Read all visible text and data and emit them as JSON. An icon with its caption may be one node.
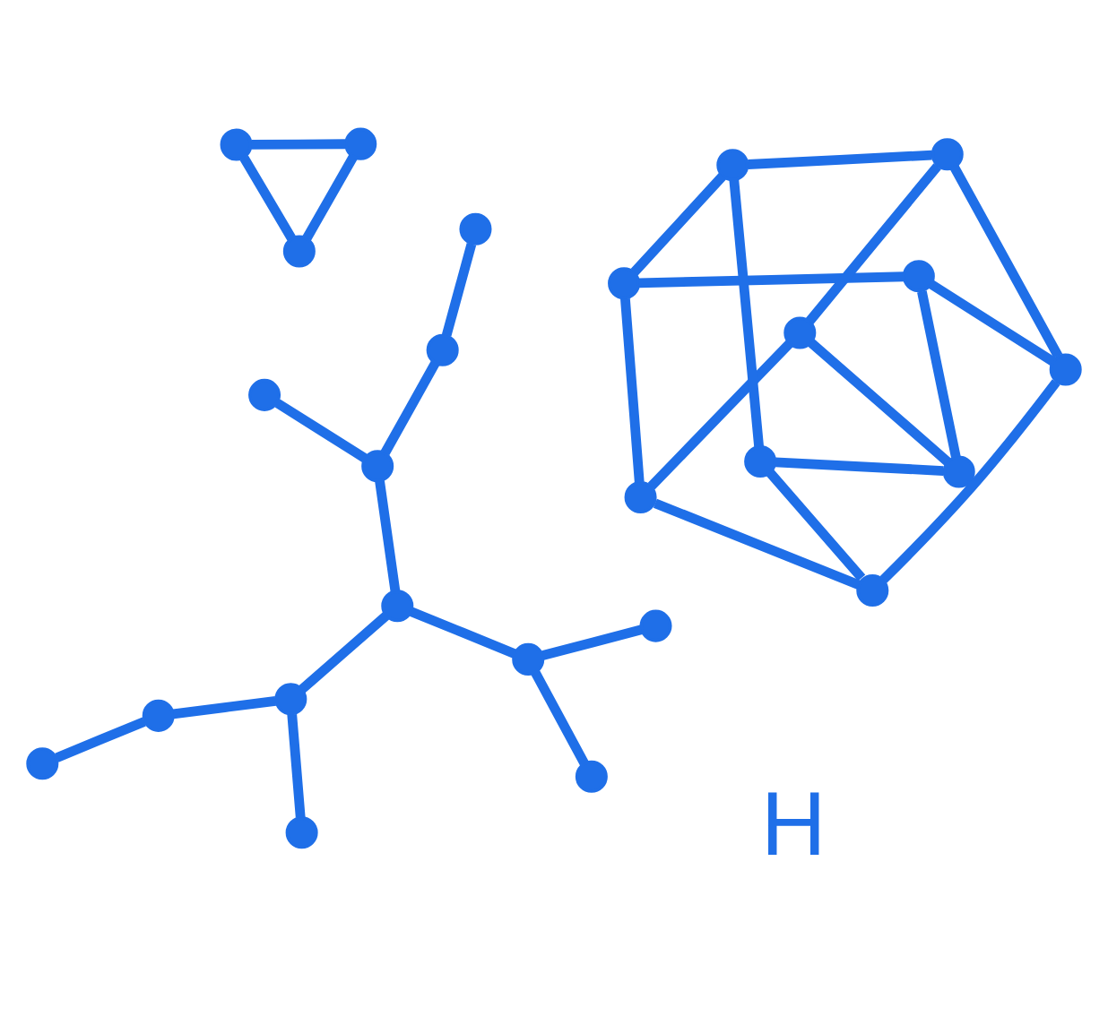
{
  "diagram": {
    "nodes": [
      {
        "text": [],
        "shape": "circle"
      },
      {
        "text": [],
        "shape": "circle"
      },
      {
        "text": [],
        "shape": "circle"
      },
      {
        "text": [],
        "shape": "circle"
      },
      {
        "text": [],
        "shape": "circle"
      },
      {
        "text": [],
        "shape": "circle"
      },
      {
        "text": [],
        "shape": "circle"
      },
      {
        "text": [],
        "shape": "circle"
      },
      {
        "text": [],
        "shape": "circle"
      },
      {
        "text": [],
        "shape": "circle"
      },
      {
        "text": [],
        "shape": "circle"
      },
      {
        "text": [],
        "shape": "circle"
      },
      {
        "text": [],
        "shape": "circle"
      },
      {
        "text": [],
        "shape": "circle"
      },
      {
        "text": [],
        "shape": "circle"
      },
      {
        "text": [],
        "shape": "circle"
      },
      {
        "text": [],
        "shape": "circle"
      },
      {
        "text": [],
        "shape": "circle"
      },
      {
        "text": [],
        "shape": "circle"
      },
      {
        "text": [],
        "shape": "circle"
      },
      {
        "text": [],
        "shape": "circle"
      },
      {
        "text": [],
        "shape": "circle"
      },
      {
        "text": [],
        "shape": "circle"
      },
      {
        "text": [],
        "shape": "circle"
      },
      {
        "text": [],
        "shape": "circle"
      }
    ],
    "edges": [
      {
        "from": 0,
        "to": 1,
        "arrow": "none"
      },
      {
        "from": 1,
        "to": 2,
        "arrow": "none"
      },
      {
        "from": 2,
        "to": 3,
        "arrow": "none"
      },
      {
        "from": 3,
        "to": 4,
        "arrow": "none"
      },
      {
        "from": 4,
        "to": 5,
        "arrow": "none"
      },
      {
        "from": 5,
        "to": 0,
        "arrow": "none"
      },
      {
        "from": 0,
        "to": 8,
        "arrow": "none"
      },
      {
        "from": 1,
        "to": 9,
        "arrow": "none"
      },
      {
        "from": 2,
        "to": 6,
        "arrow": "none"
      },
      {
        "from": 5,
        "to": 6,
        "arrow": "none"
      },
      {
        "from": 3,
        "to": 8,
        "arrow": "none"
      },
      {
        "from": 4,
        "to": 9,
        "arrow": "none"
      },
      {
        "from": 6,
        "to": 7,
        "arrow": "none"
      },
      {
        "from": 7,
        "to": 8,
        "arrow": "none"
      },
      {
        "from": 7,
        "to": 9,
        "arrow": "none"
      },
      {
        "from": 10,
        "to": 11,
        "arrow": "none"
      },
      {
        "from": 11,
        "to": 12,
        "arrow": "none"
      },
      {
        "from": 12,
        "to": 10,
        "arrow": "none"
      },
      {
        "from": 13,
        "to": 14,
        "arrow": "none"
      },
      {
        "from": 14,
        "to": 15,
        "arrow": "none"
      },
      {
        "from": 15,
        "to": 16,
        "arrow": "none"
      },
      {
        "from": 14,
        "to": 17,
        "arrow": "none"
      },
      {
        "from": 17,
        "to": 18,
        "arrow": "none"
      },
      {
        "from": 18,
        "to": 19,
        "arrow": "none"
      },
      {
        "from": 18,
        "to": 20,
        "arrow": "none"
      },
      {
        "from": 17,
        "to": 21,
        "arrow": "none"
      },
      {
        "from": 21,
        "to": 22,
        "arrow": "none"
      },
      {
        "from": 21,
        "to": 23,
        "arrow": "none"
      },
      {
        "from": 23,
        "to": 24,
        "arrow": "none"
      }
    ],
    "labels": [
      "H"
    ]
  }
}
